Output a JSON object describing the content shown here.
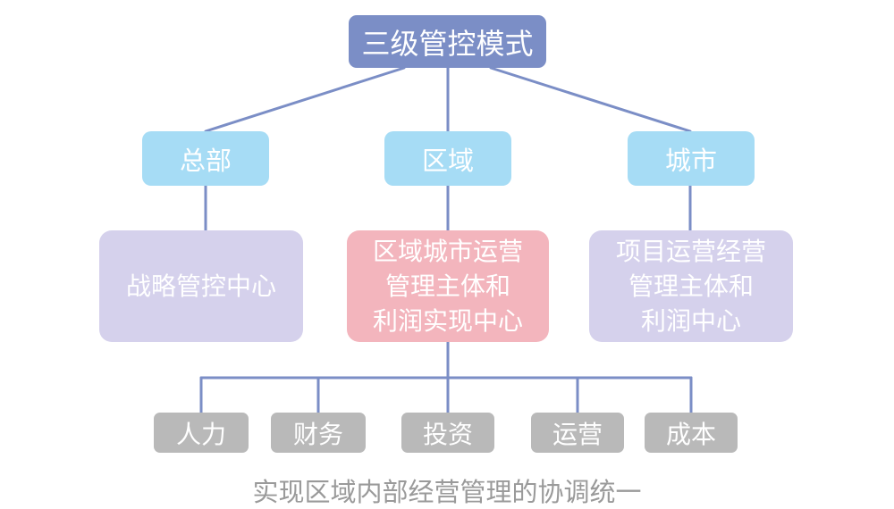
{
  "colors": {
    "root": "#7b8ec6",
    "level1": "#a6dcf5",
    "side_centers": "#d5d1ec",
    "regional_center": "#f3b5bd",
    "functions": "#b9b9b9",
    "connectors": "#7b8ec6",
    "caption": "#9a9a9a"
  },
  "root": {
    "label": "三级管控模式"
  },
  "level1": [
    {
      "label": "总部"
    },
    {
      "label": "区域"
    },
    {
      "label": "城市"
    }
  ],
  "level2": [
    {
      "lines": [
        "战略管控中心"
      ]
    },
    {
      "lines": [
        "区域城市运营",
        "管理主体和",
        "利润实现中心"
      ]
    },
    {
      "lines": [
        "项目运营经营",
        "管理主体和",
        "利润中心"
      ]
    }
  ],
  "functions": [
    {
      "label": "人力"
    },
    {
      "label": "财务"
    },
    {
      "label": "投资"
    },
    {
      "label": "运营"
    },
    {
      "label": "成本"
    }
  ],
  "caption": "实现区域内部经营管理的协调统一"
}
